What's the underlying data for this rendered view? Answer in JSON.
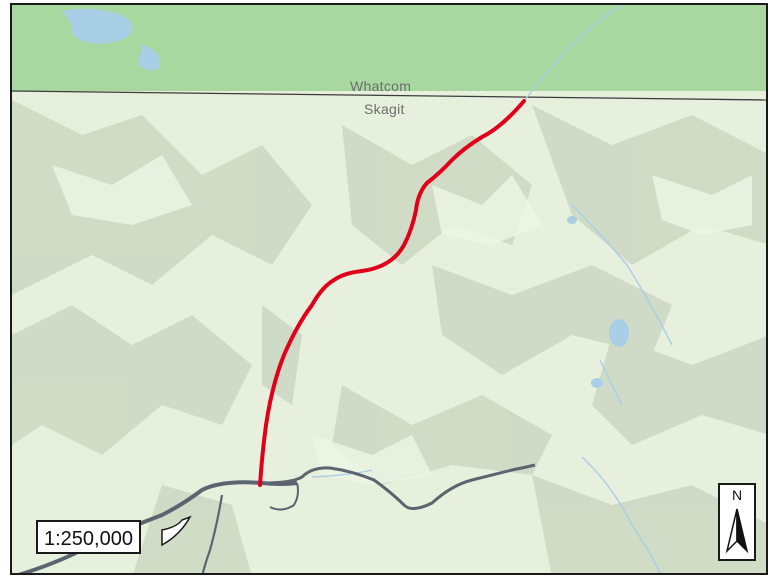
{
  "map": {
    "county_north": "Whatcom",
    "county_south": "Skagit",
    "scale": "1:250,000",
    "north_label": "N"
  },
  "colors": {
    "county_north_fill": "#a8d8a0",
    "county_south_fill": "#e6f0dc",
    "relief_shade": "#c9d5c0",
    "water": "#a8cfe6",
    "route": "#e0001b",
    "highway": "#5a6570",
    "boundary": "#3c3c3c"
  }
}
